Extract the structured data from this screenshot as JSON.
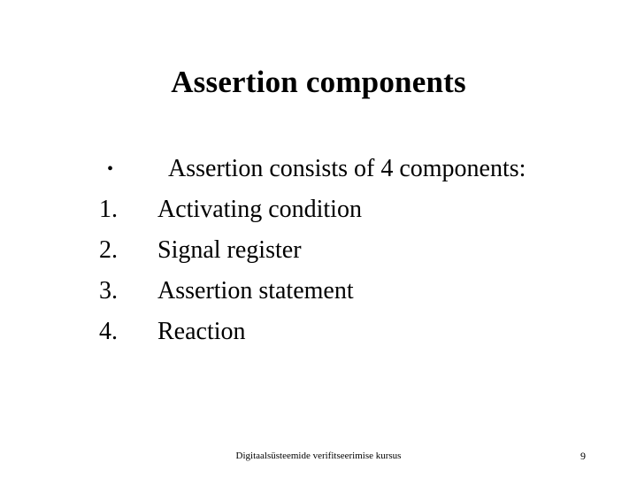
{
  "slide": {
    "title": "Assertion components",
    "items": [
      {
        "marker": "•",
        "marker_kind": "bullet",
        "text": "Assertion consists of 4 components:"
      },
      {
        "marker": "1.",
        "marker_kind": "number",
        "text": "Activating condition"
      },
      {
        "marker": "2.",
        "marker_kind": "number",
        "text": "Signal register"
      },
      {
        "marker": "3.",
        "marker_kind": "number",
        "text": "Assertion statement"
      },
      {
        "marker": "4.",
        "marker_kind": "number",
        "text": "Reaction"
      }
    ],
    "footer": {
      "text": "Digitaalsüsteemide verifitseerimise kursus",
      "page_number": "9"
    },
    "colors": {
      "background": "#ffffff",
      "text": "#000000"
    }
  }
}
